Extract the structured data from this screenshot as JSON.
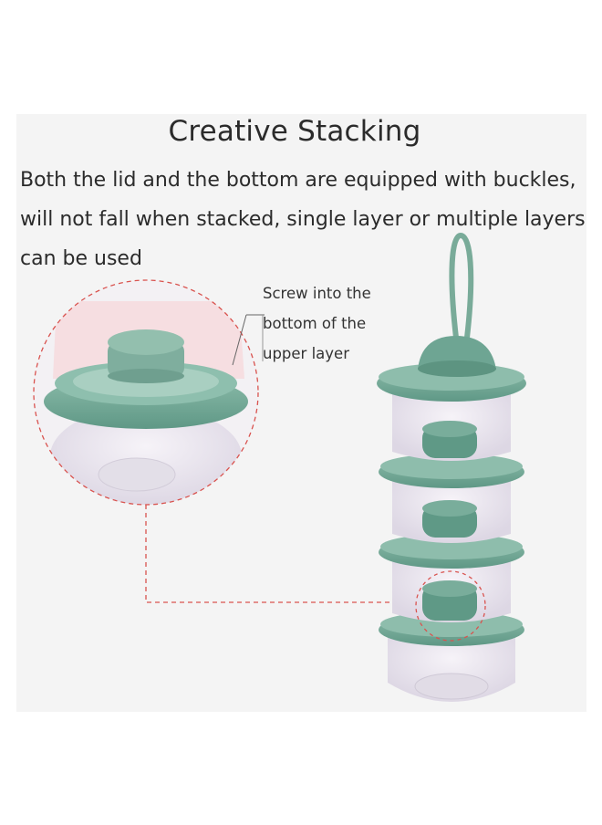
{
  "title": "Creative Stacking",
  "description": [
    "Both the lid and the bottom are equipped with buckles,",
    "will not fall when stacked, single layer or multiple layers",
    "can be used"
  ],
  "callout": [
    "Screw into the",
    "bottom of the",
    "upper layer"
  ],
  "colors": {
    "background_panel": "#f4f4f4",
    "lid_green": "#7fb2a0",
    "lid_dark": "#5e9583",
    "container_clear": "#e9e4ee",
    "guide_line": "#d9534f"
  }
}
